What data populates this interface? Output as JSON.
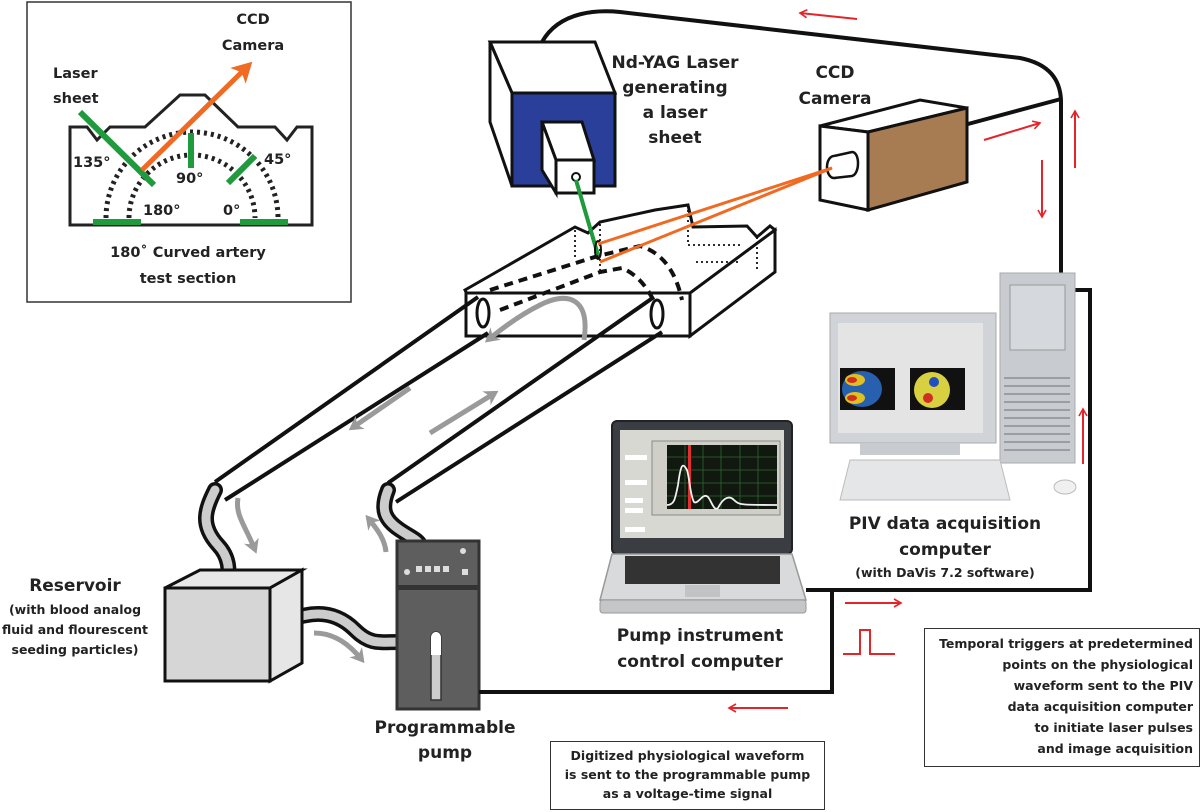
{
  "inset": {
    "title_line1": "180˚ Curved artery",
    "title_line2": "test section",
    "camera_label_line1": "CCD",
    "camera_label_line2": "Camera",
    "laser_label_line1": "Laser",
    "laser_label_line2": "sheet",
    "angles": {
      "a135": "135°",
      "a90": "90°",
      "a45": "45°",
      "a180": "180°",
      "a0": "0°"
    }
  },
  "laser": {
    "label_lines": [
      "Nd-YAG Laser",
      "generating",
      "a laser",
      "sheet"
    ]
  },
  "camera": {
    "label_line1": "CCD",
    "label_line2": "Camera"
  },
  "reservoir": {
    "label": "Reservoir",
    "sub_lines": [
      "(with blood analog",
      "fluid and flourescent",
      "seeding particles)"
    ]
  },
  "pump": {
    "label_line1": "Programmable",
    "label_line2": "pump"
  },
  "pump_computer": {
    "label_line1": "Pump instrument",
    "label_line2": "control computer"
  },
  "piv_computer": {
    "label_line1": "PIV data acquisition",
    "label_line2": "computer",
    "label_line3": "(with DaVis 7.2 software)"
  },
  "notes": {
    "waveform": [
      "Digitized physiological waveform",
      "is sent to the programmable pump",
      "as a voltage-time signal"
    ],
    "triggers": [
      "Temporal triggers at predetermined",
      "points on the physiological",
      "waveform sent to the PIV",
      "data acquisition computer",
      "to initiate laser pulses",
      "and image acquisition"
    ]
  },
  "colors": {
    "laser_green": "#1f9a3c",
    "camera_orange": "#f06a22",
    "signal_red": "#e5242a",
    "laser_blue": "#2a3f9a",
    "camera_brown": "#a87c52",
    "flow_gray": "#9a9a9a",
    "pump_dark": "#5a5a5a"
  }
}
